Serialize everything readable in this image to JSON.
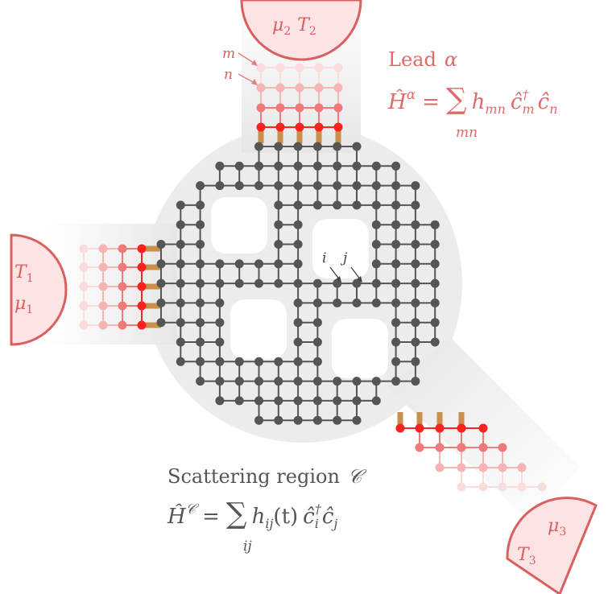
{
  "leads": {
    "alpha": {
      "title": "Lead",
      "symbol": "α",
      "hamiltonian_lhs": "Ĥ",
      "hamiltonian_sup": "α",
      "eq": "=",
      "sum": "∑",
      "sum_index": "mn",
      "term": "h",
      "term_sub": "mn",
      "op1": "ĉ",
      "op1_sup": "†",
      "op1_sub": "m",
      "op2": "ĉ",
      "op2_sub": "n",
      "site_labels": [
        "m",
        "n"
      ]
    },
    "lead1": {
      "mu": "μ",
      "mu_sub": "1",
      "T": "T",
      "T_sub": "1"
    },
    "lead2": {
      "mu": "μ",
      "mu_sub": "2",
      "T": "T",
      "T_sub": "2"
    },
    "lead3": {
      "mu": "μ",
      "mu_sub": "3",
      "T": "T",
      "T_sub": "3"
    }
  },
  "scattering": {
    "title": "Scattering region",
    "symbol": "𝒞",
    "hamiltonian_lhs": "Ĥ",
    "hamiltonian_sup": "𝒞",
    "eq": "=",
    "sum": "∑",
    "sum_index": "ij",
    "term": "h",
    "term_sub": "ij",
    "term_arg": "(t)",
    "op1": "ĉ",
    "op1_sup": "†",
    "op1_sub": "i",
    "op2": "ĉ",
    "op2_sub": "j",
    "site_labels": [
      "i",
      "j"
    ]
  },
  "colors": {
    "lattice": "#555555",
    "lead_strong": "#ff2020",
    "lead_mid": "#f07a7a",
    "lead_light": "#f6b5b5",
    "lead_faint": "#fbdcdc",
    "reservoir_fill": "#fde3e3",
    "reservoir_stroke": "#d86060",
    "coupling": "#c8904a",
    "background_region": "#ececec"
  }
}
